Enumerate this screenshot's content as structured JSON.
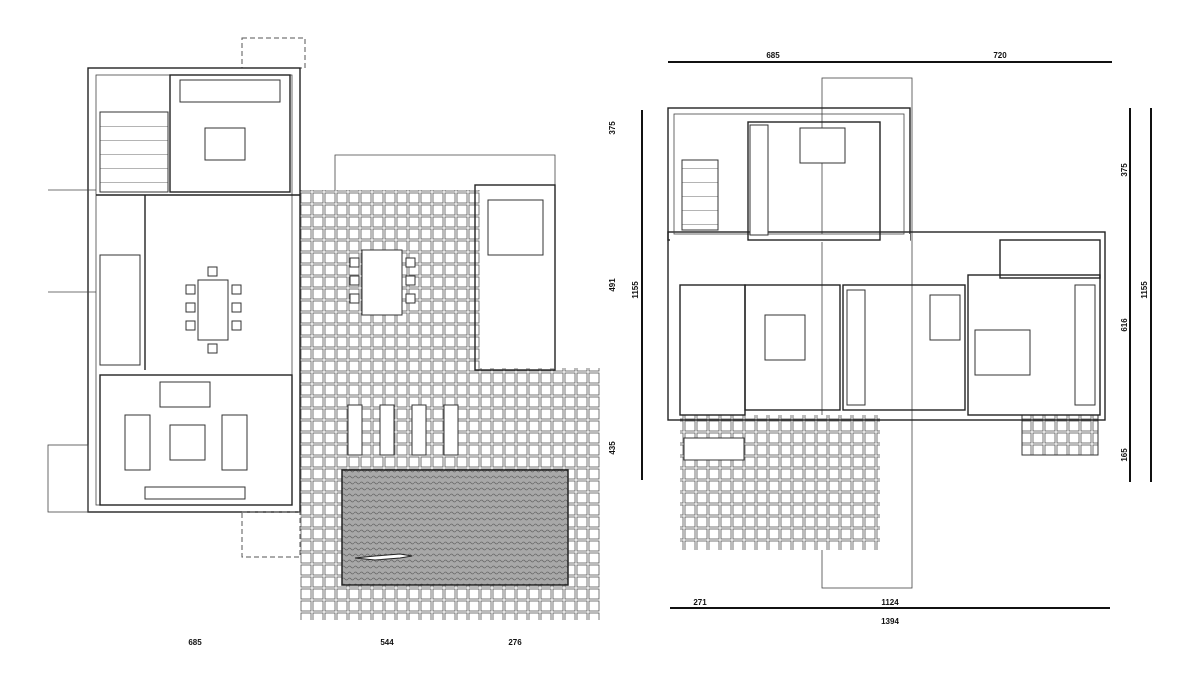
{
  "ground_floor": {
    "dimensions_bottom": [
      "685",
      "544",
      "276"
    ]
  },
  "upper_floor": {
    "dimensions_top": [
      "685",
      "720"
    ],
    "dimensions_left": [
      "375",
      "491",
      "435"
    ],
    "dimension_left_total": "1155",
    "dimensions_right": [
      "375",
      "616",
      "165"
    ],
    "dimension_right_total": "1155",
    "dimensions_bottom": [
      "271",
      "1124"
    ],
    "dimension_bottom_total": "1394"
  },
  "colors": {
    "line": "#222222",
    "background": "#ffffff",
    "pool": "#9a9a9a"
  }
}
